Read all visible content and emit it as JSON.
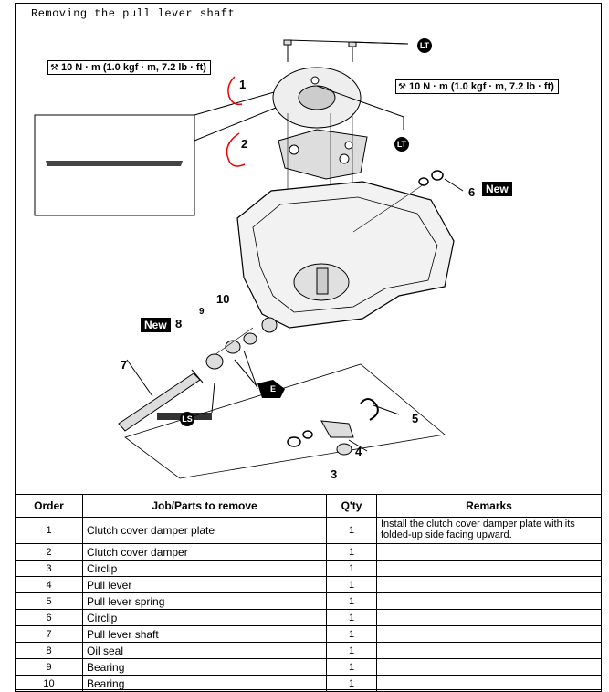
{
  "title": "Removing the pull lever shaft",
  "diagram": {
    "torque_left": "10 N · m (1.0 kgf · m, 7.2 lb · ft)",
    "torque_right": "10 N · m (1.0 kgf · m, 7.2 lb · ft)",
    "new_label": "New",
    "lt_label": "LT",
    "ls_label": "LS",
    "e_label": "E",
    "callouts": [
      "1",
      "2",
      "3",
      "4",
      "5",
      "6",
      "7",
      "8",
      "9",
      "10"
    ]
  },
  "table": {
    "headers": [
      "Order",
      "Job/Parts to remove",
      "Q'ty",
      "Remarks"
    ],
    "rows": [
      {
        "order": "1",
        "job": "Clutch cover damper plate",
        "qty": "1",
        "remarks": "Install the clutch cover damper plate with its folded-up side facing upward."
      },
      {
        "order": "2",
        "job": "Clutch cover damper",
        "qty": "1",
        "remarks": ""
      },
      {
        "order": "3",
        "job": "Circlip",
        "qty": "1",
        "remarks": ""
      },
      {
        "order": "4",
        "job": "Pull lever",
        "qty": "1",
        "remarks": ""
      },
      {
        "order": "5",
        "job": "Pull lever spring",
        "qty": "1",
        "remarks": ""
      },
      {
        "order": "6",
        "job": "Circlip",
        "qty": "1",
        "remarks": ""
      },
      {
        "order": "7",
        "job": "Pull lever shaft",
        "qty": "1",
        "remarks": ""
      },
      {
        "order": "8",
        "job": "Oil seal",
        "qty": "1",
        "remarks": ""
      },
      {
        "order": "9",
        "job": "Bearing",
        "qty": "1",
        "remarks": ""
      },
      {
        "order": "10",
        "job": "Bearing",
        "qty": "1",
        "remarks": ""
      }
    ]
  }
}
